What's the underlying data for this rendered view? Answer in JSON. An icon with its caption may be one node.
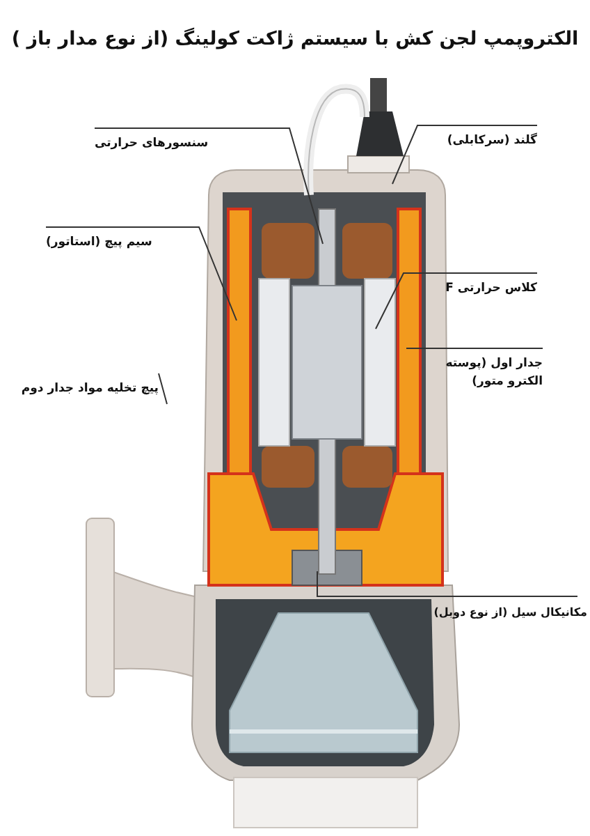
{
  "diagram": {
    "title": "الکتروپمپ لجن کش با سیستم ژاکت کولینگ (از نوع مدار باز )",
    "nodes": [
      {
        "text": [
          "سنسورهای حرارتی"
        ]
      },
      {
        "text": [
          "سیم پیچ (استاتور)"
        ]
      },
      {
        "text": [
          "پیچ تخلیه مواد جدار دوم"
        ]
      },
      {
        "text": [
          "گلند (سرکابلی)"
        ]
      },
      {
        "text": [
          "کلاس حرارتی F"
        ]
      },
      {
        "text": [
          "جدار اول (پوسته الکترو متور)"
        ]
      },
      {
        "text": [
          "مکانیکال سیل (از نوع دوبل)"
        ]
      }
    ],
    "edges": [
      {
        "from": 0,
        "to": null,
        "arrow": "none"
      },
      {
        "from": 1,
        "to": null,
        "arrow": "none"
      },
      {
        "from": 2,
        "to": null,
        "arrow": "none"
      },
      {
        "from": 3,
        "to": null,
        "arrow": "none"
      },
      {
        "from": 4,
        "to": null,
        "arrow": "none"
      },
      {
        "from": 5,
        "to": null,
        "arrow": "none"
      },
      {
        "from": 6,
        "to": null,
        "arrow": "none"
      }
    ]
  }
}
